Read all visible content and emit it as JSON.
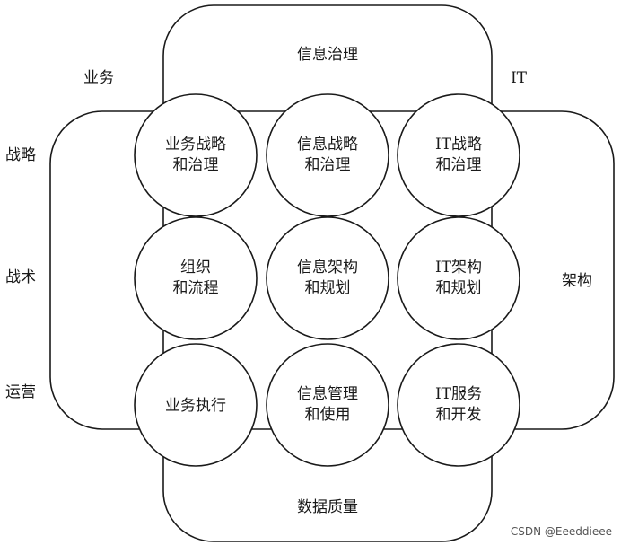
{
  "labels": {
    "top_center": "信息治理",
    "bottom_center": "数据质量",
    "business": "业务",
    "it": "IT",
    "architecture": "架构",
    "strategy": "战略",
    "tactics": "战术",
    "operations": "运营"
  },
  "circles": [
    {
      "id": "business-strategy",
      "lines": [
        "业务战略",
        "和治理"
      ]
    },
    {
      "id": "info-strategy",
      "lines": [
        "信息战略",
        "和治理"
      ]
    },
    {
      "id": "it-strategy",
      "lines": [
        "IT战略",
        "和治理"
      ]
    },
    {
      "id": "org-process",
      "lines": [
        "组织",
        "和流程"
      ]
    },
    {
      "id": "info-architecture",
      "lines": [
        "信息架构",
        "和规划"
      ]
    },
    {
      "id": "it-architecture",
      "lines": [
        "IT架构",
        "和规划"
      ]
    },
    {
      "id": "business-execution",
      "lines": [
        "业务执行"
      ]
    },
    {
      "id": "info-management",
      "lines": [
        "信息管理",
        "和使用"
      ]
    },
    {
      "id": "it-services",
      "lines": [
        "IT服务",
        "和开发"
      ]
    }
  ],
  "watermark": "CSDN @Eeeddieee"
}
